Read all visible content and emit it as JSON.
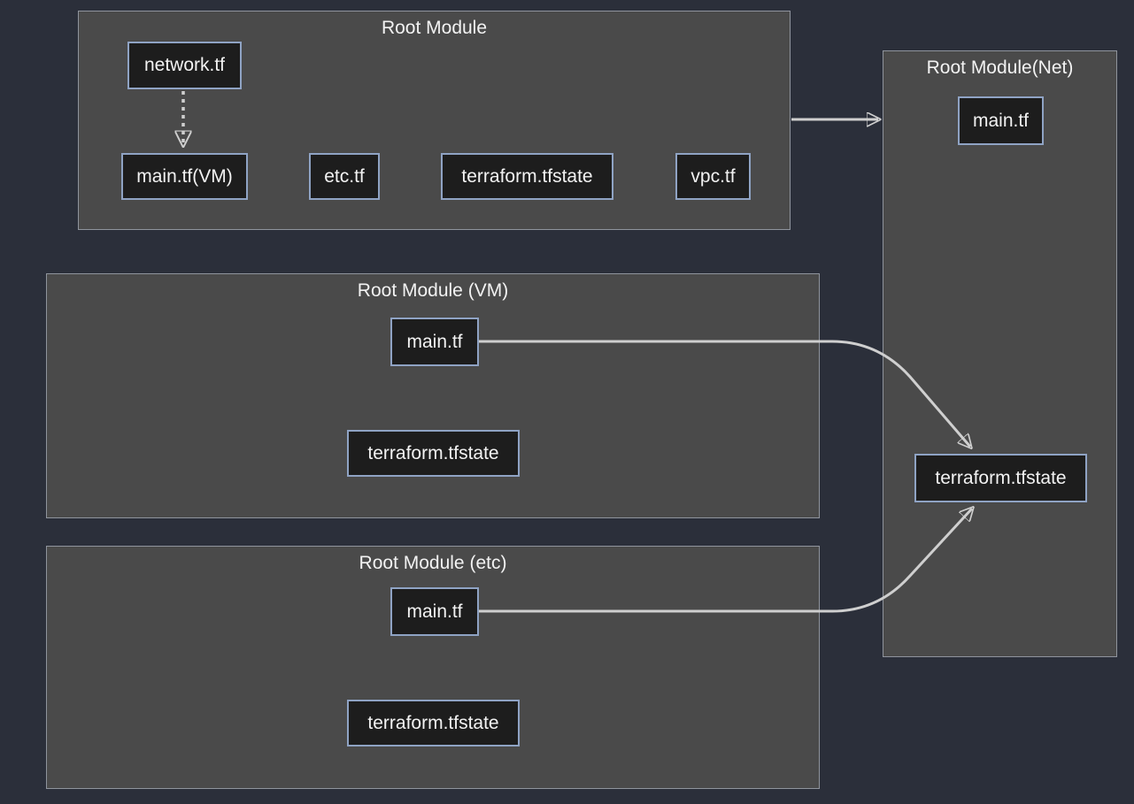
{
  "diagram": {
    "modules": {
      "root": {
        "title": "Root Module",
        "nodes": {
          "network": "network.tf",
          "main_vm": "main.tf(VM)",
          "etc": "etc.tf",
          "tfstate": "terraform.tfstate",
          "vpc": "vpc.tf"
        }
      },
      "net": {
        "title": "Root Module(Net)",
        "nodes": {
          "main": "main.tf",
          "tfstate": "terraform.tfstate"
        }
      },
      "vm": {
        "title": "Root Module (VM)",
        "nodes": {
          "main": "main.tf",
          "tfstate": "terraform.tfstate"
        }
      },
      "etc": {
        "title": "Root Module (etc)",
        "nodes": {
          "main": "main.tf",
          "tfstate": "terraform.tfstate"
        }
      }
    },
    "edges": [
      {
        "from": "root.network.tf",
        "to": "root.main.tf(VM)",
        "style": "dashed-arrow"
      },
      {
        "from": "Root Module",
        "to": "Root Module(Net)",
        "style": "solid-arrow"
      },
      {
        "from": "vm.main.tf",
        "to": "net.terraform.tfstate",
        "style": "solid-curved-arrow"
      },
      {
        "from": "etc.main.tf",
        "to": "net.terraform.tfstate",
        "style": "solid-curved-arrow"
      }
    ],
    "colors": {
      "canvas_bg": "#2b2f3a",
      "group_fill": "#4a4a4a",
      "group_border": "#8f949d",
      "node_fill": "#1d1d1d",
      "node_border": "#8fa3c4",
      "text": "#f2f2f2",
      "arrow": "#cfcfcf"
    }
  }
}
